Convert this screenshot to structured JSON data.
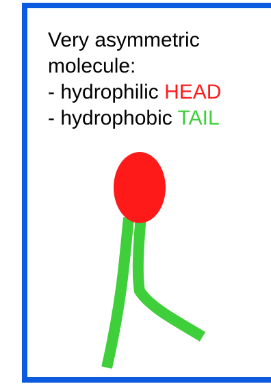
{
  "colors": {
    "frame": "#0a5be0",
    "head": "#ff1a1a",
    "tail": "#3fcf3a",
    "text": "#000000"
  },
  "text": {
    "line1": "Very asymmetric",
    "line2": "molecule:",
    "line3_prefix": "- hydrophilic ",
    "line3_highlight": "HEAD",
    "line4_prefix": "- hydrophobic ",
    "line4_highlight": "TAIL"
  }
}
